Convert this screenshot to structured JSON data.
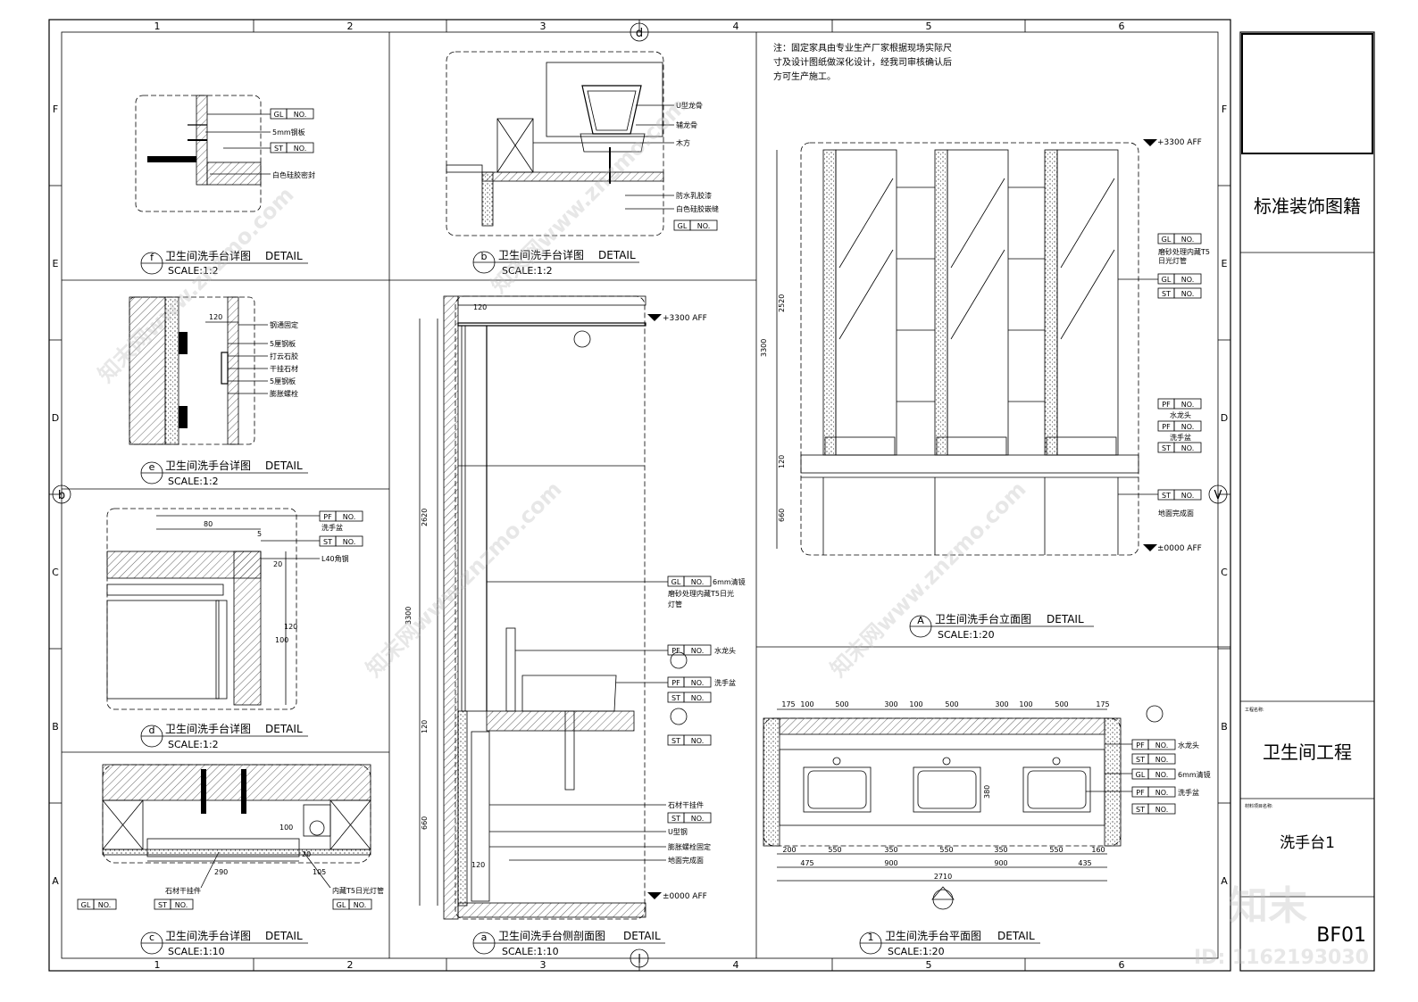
{
  "grid": {
    "columns": [
      "1",
      "2",
      "3",
      "4",
      "5",
      "6"
    ],
    "rows": [
      "F",
      "E",
      "D",
      "C",
      "B",
      "A"
    ],
    "axis_top": "d",
    "axis_bottom": "l",
    "axis_left": "b",
    "axis_right": "V"
  },
  "note": {
    "line1": "注：固定家具由专业生产厂家根据现场实际尺",
    "line2": "寸及设计图纸做深化设计，经我司审核确认后",
    "line3": "方可生产施工。"
  },
  "details": {
    "f": {
      "mark": "f",
      "title": "卫生间洗手台详图",
      "en": "DETAIL",
      "scale": "SCALE:1:2",
      "labels": [
        "GL",
        "NO.",
        "5mm钢板",
        "ST",
        "NO.",
        "白色硅胶密封"
      ]
    },
    "b": {
      "mark": "b",
      "title": "卫生间洗手台详图",
      "en": "DETAIL",
      "scale": "SCALE:1:2",
      "labels": [
        "U型龙骨",
        "辅龙骨",
        "木方",
        "防水乳胶漆",
        "白色硅胶嵌缝",
        "GL",
        "NO."
      ]
    },
    "e": {
      "mark": "e",
      "title": "卫生间洗手台详图",
      "en": "DETAIL",
      "scale": "SCALE:1:2",
      "dim": "120",
      "labels": [
        "钢通固定",
        "5厘钢板",
        "打云石胶",
        "干挂石材",
        "5厘钢板",
        "膨胀螺栓"
      ]
    },
    "d": {
      "mark": "d",
      "title": "卫生间洗手台详图",
      "en": "DETAIL",
      "scale": "SCALE:1:2",
      "dims": [
        "80",
        "20",
        "120",
        "100",
        "5"
      ],
      "labels": [
        "PF",
        "NO.",
        "洗手盆",
        "ST",
        "NO.",
        "L40角钢"
      ]
    },
    "c": {
      "mark": "c",
      "title": "卫生间洗手台详图",
      "en": "DETAIL",
      "scale": "SCALE:1:10",
      "dims": [
        "290",
        "105",
        "100",
        "20"
      ],
      "labels": [
        "石材干挂件",
        "内藏T5日光灯管",
        "GL",
        "NO.",
        "ST",
        "NO.",
        "GL",
        "NO."
      ]
    },
    "a": {
      "mark": "a",
      "title": "卫生间洗手台侧剖面图",
      "en": "DETAIL",
      "scale": "SCALE:1:10",
      "dims": [
        "120",
        "2620",
        "3300",
        "120",
        "660",
        "120"
      ],
      "levels": [
        "+3300 AFF",
        "±0000 AFF"
      ],
      "labels": [
        "GL",
        "NO.",
        "6mm清镜",
        "磨砂处理内藏T5日光",
        "灯管",
        "PF",
        "NO.",
        "水龙头",
        "PF",
        "NO.",
        "洗手盆",
        "ST",
        "NO.",
        "ST",
        "NO.",
        "石材干挂件",
        "ST",
        "NO.",
        "U型钢",
        "膨胀螺栓固定",
        "地面完成面"
      ]
    },
    "A": {
      "mark": "A",
      "title": "卫生间洗手台立面图",
      "en": "DETAIL",
      "scale": "SCALE:1:20",
      "dims": [
        "2520",
        "3300",
        "120",
        "660"
      ],
      "levels": [
        "+3300 AFF",
        "±0000 AFF"
      ],
      "labels": [
        "GL",
        "NO.",
        "磨砂处理内藏T5",
        "日光灯管",
        "GL",
        "NO.",
        "ST",
        "NO.",
        "PF",
        "NO.",
        "水龙头",
        "PF",
        "NO.",
        "洗手盆",
        "ST",
        "NO.",
        "ST",
        "NO.",
        "地面完成面"
      ]
    },
    "one": {
      "mark": "1",
      "title": "卫生间洗手台平面图",
      "en": "DETAIL",
      "scale": "SCALE:1:20",
      "dims_top": [
        "175",
        "100",
        "500",
        "300",
        "100",
        "500",
        "300",
        "100",
        "500",
        "175"
      ],
      "dims_bottom1": [
        "200",
        "550",
        "350",
        "550",
        "350",
        "550",
        "160"
      ],
      "dims_bottom2": [
        "475",
        "900",
        "900",
        "435"
      ],
      "total": "2710",
      "dim_side": "380",
      "labels": [
        "PF",
        "NO.",
        "水龙头",
        "ST",
        "NO.",
        "GL",
        "NO.",
        "6mm清镜",
        "PF",
        "NO.",
        "洗手盆",
        "ST",
        "NO."
      ]
    }
  },
  "title_block": {
    "company": "标准装饰图籍",
    "project_label": "工程名称:",
    "project": "卫生间工程",
    "drawing_label": "材料项目名称:",
    "drawing": "洗手台1",
    "sheet": "BF01"
  },
  "watermark": {
    "logo": "知末",
    "id": "ID: 1162193030",
    "site": "知末网www.znzmo.com"
  }
}
